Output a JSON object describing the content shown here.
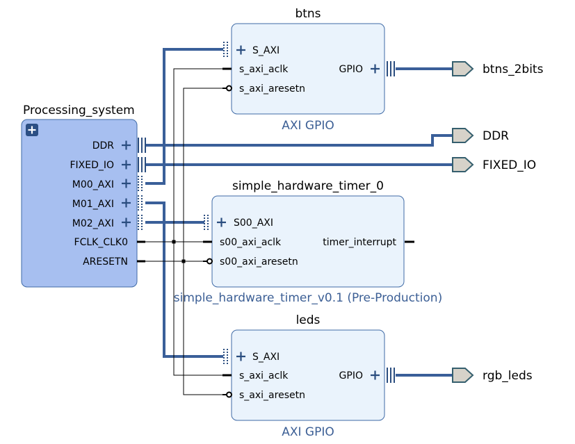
{
  "blocks": {
    "ps": {
      "title": "Processing_system",
      "ports": [
        "DDR",
        "FIXED_IO",
        "M00_AXI",
        "M01_AXI",
        "M02_AXI",
        "FCLK_CLK0",
        "ARESETN"
      ]
    },
    "btns": {
      "title": "btns",
      "subtitle": "AXI GPIO",
      "in_ports": [
        "S_AXI",
        "s_axi_aclk",
        "s_axi_aresetn"
      ],
      "out_port": "GPIO"
    },
    "timer": {
      "title": "simple_hardware_timer_0",
      "subtitle": "simple_hardware_timer_v0.1 (Pre-Production)",
      "in_ports": [
        "S00_AXI",
        "s00_axi_aclk",
        "s00_axi_aresetn"
      ],
      "out_port": "timer_interrupt"
    },
    "leds": {
      "title": "leds",
      "subtitle": "AXI GPIO",
      "in_ports": [
        "S_AXI",
        "s_axi_aclk",
        "s_axi_aresetn"
      ],
      "out_port": "GPIO"
    }
  },
  "external_ports": {
    "btns_out": "btns_2bits",
    "ddr": "DDR",
    "fixed_io": "FIXED_IO",
    "leds_out": "rgb_leds"
  },
  "colors": {
    "ps_fill": "#a7bff0",
    "ip_fill": "#eaf3fc",
    "block_border": "#3f6aa6",
    "bus_wire": "#3a5f99",
    "signal_wire": "#000000",
    "port_fill": "#d6d2c9",
    "port_stroke": "#355f6e"
  }
}
